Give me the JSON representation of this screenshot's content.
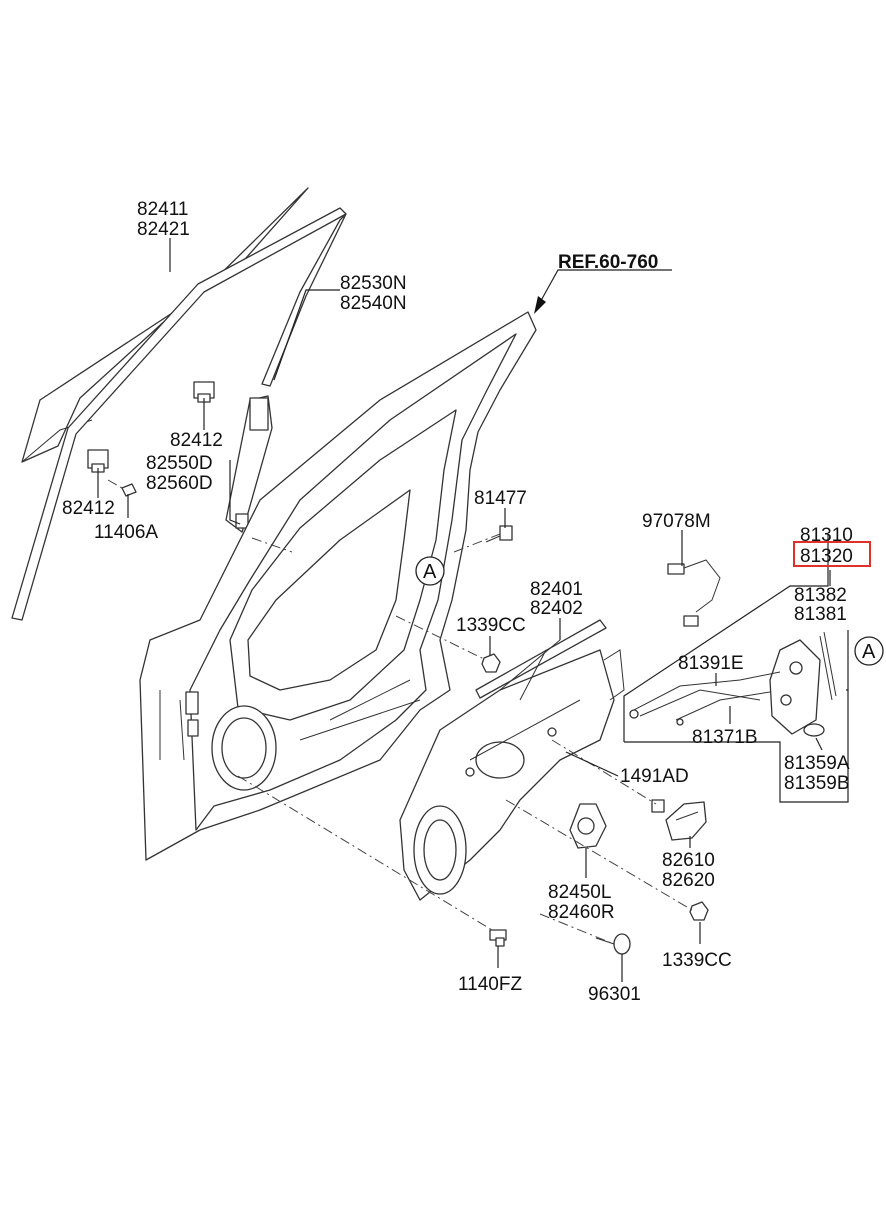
{
  "diagram": {
    "ref_label": "REF.60-760",
    "callout_letter": "A",
    "highlight_color": "#e0302a",
    "parts": {
      "glass_a": "82411",
      "glass_b": "82421",
      "channel_a": "82530N",
      "channel_b": "82540N",
      "clip_upper": "82412",
      "sash_a": "82550D",
      "sash_b": "82560D",
      "clip_lower": "82412",
      "screw_glass": "11406A",
      "bolt_top": "81477",
      "regulator_a": "82401",
      "regulator_b": "82402",
      "nut_left": "1339CC",
      "sensor": "97078M",
      "latch_a": "81310",
      "latch_b": "81320",
      "rod_a": "81382",
      "rod_b": "81381",
      "cable_e": "81391E",
      "cable_b": "81371B",
      "cap_a": "81359A",
      "cap_b": "81359B",
      "clip_1491": "1491AD",
      "handle_a": "82610",
      "handle_b": "82620",
      "motor_a": "82450L",
      "motor_b": "82460R",
      "nut_right": "1339CC",
      "bolt_bottom": "1140FZ",
      "grommet": "96301"
    }
  }
}
